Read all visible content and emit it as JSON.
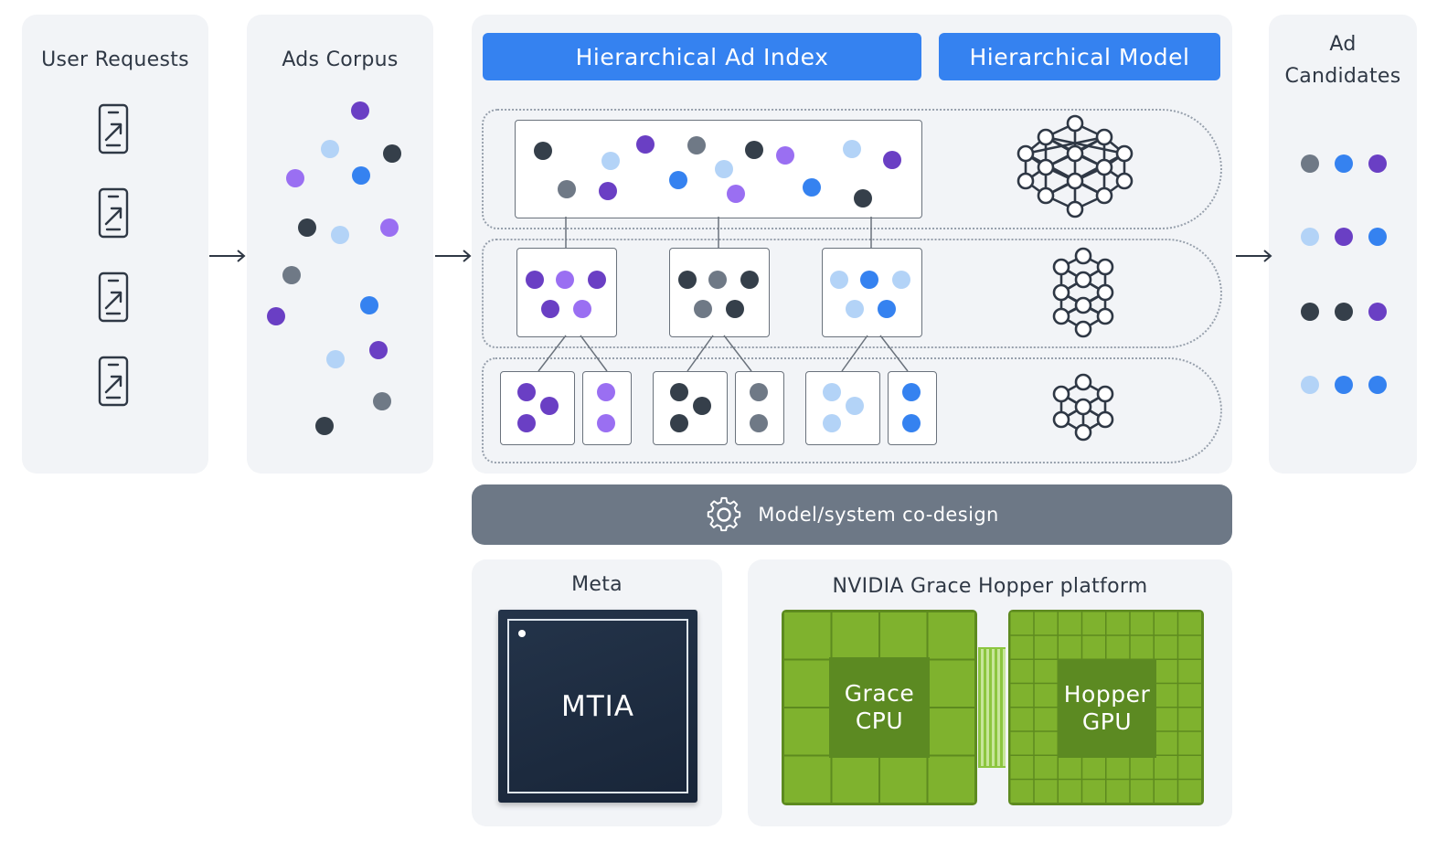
{
  "columns": {
    "user_requests": "User Requests",
    "ads_corpus": "Ads Corpus",
    "index_header": "Hierarchical Ad Index",
    "model_header": "Hierarchical Model",
    "ad_candidates_line1": "Ad",
    "ad_candidates_line2": "Candidates"
  },
  "codesign_label": "Model/system co-design",
  "hardware": {
    "meta_title": "Meta",
    "mtia_label": "MTIA",
    "nvidia_title": "NVIDIA Grace Hopper platform",
    "grace_line1": "Grace",
    "grace_line2": "CPU",
    "hopper_line1": "Hopper",
    "hopper_line2": "GPU"
  },
  "icons": {
    "request": "phone-share-icon",
    "network": "neural-network-icon",
    "gear": "gear-icon",
    "arrow": "arrow-right-icon"
  },
  "colors": {
    "dark": "#353f4a",
    "gray": "#6f7986",
    "lightblue": "#b3d3f7",
    "blue": "#3582f0",
    "violet": "#6a3fc4",
    "lavender": "#9a6ff2",
    "panel": "#f2f4f7",
    "header_blue": "#3582f0",
    "codesign_bar": "#6d7886",
    "nvidia_green": "#7fb22e",
    "nvidia_core": "#5c8a22",
    "mtia_navy": "#1d2c42"
  },
  "legend_dots": {
    "candidate_rows": [
      [
        "gray",
        "blue",
        "violet"
      ],
      [
        "lightblue",
        "violet",
        "blue"
      ],
      [
        "dark",
        "dark",
        "violet"
      ],
      [
        "lightblue",
        "blue",
        "blue"
      ]
    ]
  }
}
